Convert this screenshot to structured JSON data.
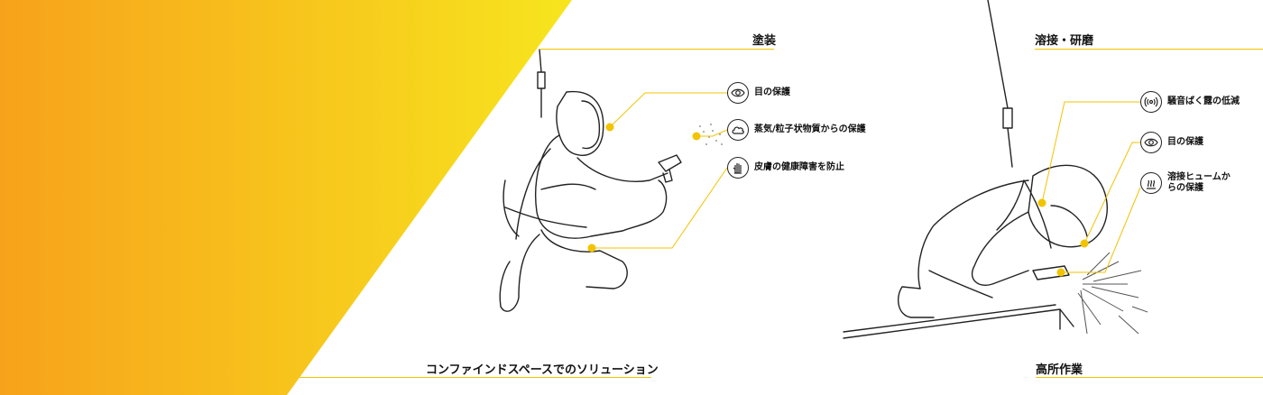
{
  "sections": {
    "painting": {
      "title": "塗装",
      "callouts": [
        {
          "icon": "eye-icon",
          "label": "目の保護"
        },
        {
          "icon": "cloud-icon",
          "label": "蒸気/粒子状物質からの保護"
        },
        {
          "icon": "hand-icon",
          "label": "皮膚の健康障害を防止"
        }
      ]
    },
    "welding": {
      "title": "溶接・研磨",
      "callouts": [
        {
          "icon": "sound-waves-icon",
          "label": "騒音ばく露の低減"
        },
        {
          "icon": "eye-icon",
          "label": "目の保護"
        },
        {
          "icon": "fumes-icon",
          "label": "溶接ヒュームからの保護"
        }
      ]
    },
    "confined_space": {
      "title": "コンファインドスペースでのソリューション"
    },
    "height_work": {
      "title": "高所作業"
    }
  },
  "colors": {
    "accent": "#f2c300",
    "gradient_start": "#f7a21b",
    "gradient_end": "#f7e51e",
    "line_art": "#222222"
  }
}
